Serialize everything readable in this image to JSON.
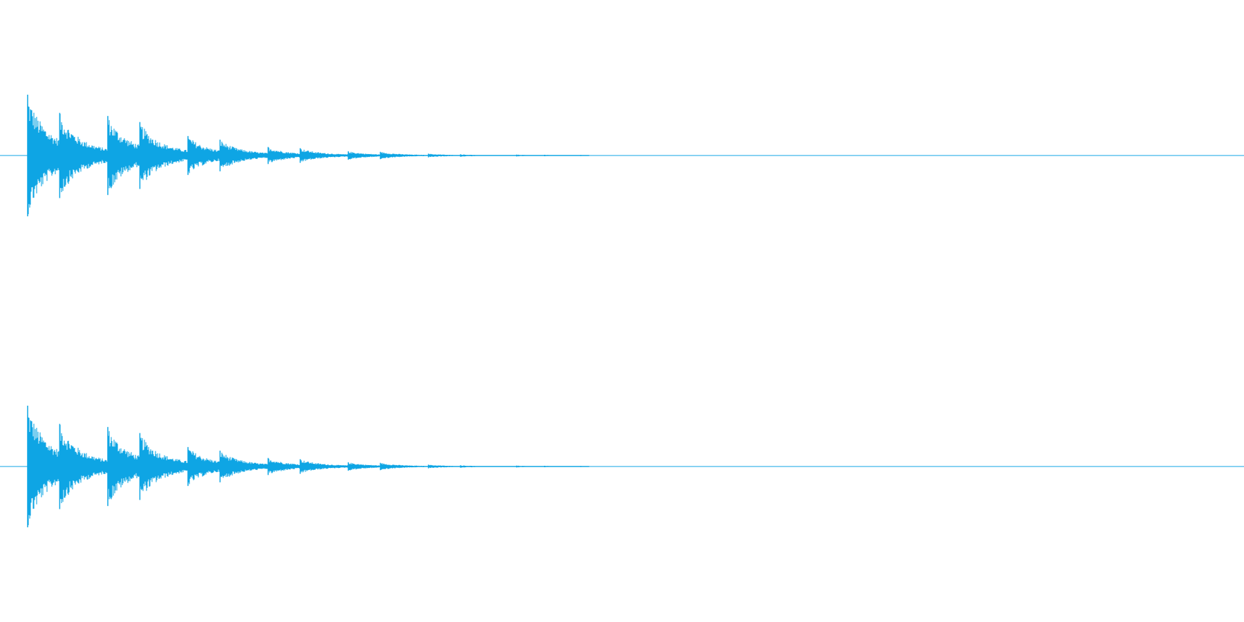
{
  "waveform": {
    "color": "#0ea5e4",
    "background": "#ffffff",
    "channels": 2,
    "onsets": [
      {
        "t": 0.0,
        "peak": 1.0
      },
      {
        "t": 0.04,
        "peak": 0.7
      },
      {
        "t": 0.1,
        "peak": 0.65
      },
      {
        "t": 0.14,
        "peak": 0.55
      },
      {
        "t": 0.2,
        "peak": 0.32
      },
      {
        "t": 0.24,
        "peak": 0.26
      },
      {
        "t": 0.3,
        "peak": 0.14
      },
      {
        "t": 0.34,
        "peak": 0.12
      },
      {
        "t": 0.4,
        "peak": 0.07
      },
      {
        "t": 0.44,
        "peak": 0.06
      },
      {
        "t": 0.5,
        "peak": 0.03
      },
      {
        "t": 0.54,
        "peak": 0.02
      },
      {
        "t": 0.61,
        "peak": 0.015
      },
      {
        "t": 0.645,
        "peak": 0.012
      },
      {
        "t": 0.69,
        "peak": 0.008
      }
    ],
    "sound_end": 0.7
  }
}
